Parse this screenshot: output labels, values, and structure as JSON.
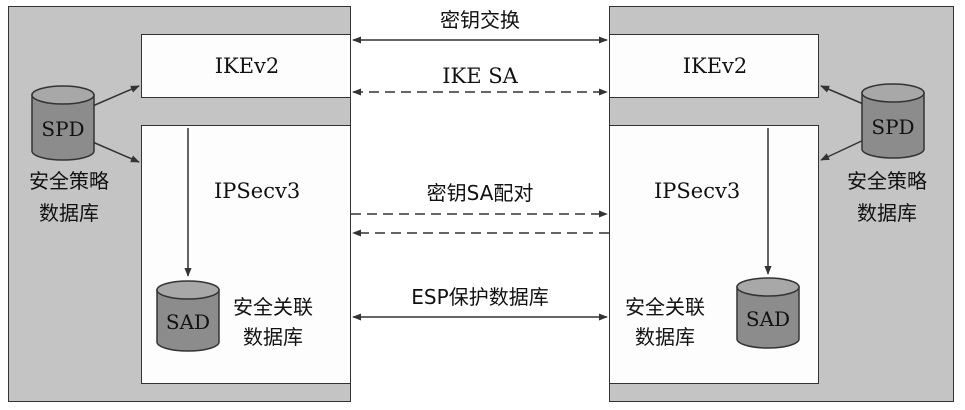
{
  "diagram": {
    "left_host": {
      "ike_label": "IKEv2",
      "ipsec_label": "IPSecv3",
      "spd": {
        "db_label": "SPD",
        "caption_line1": "安全策略",
        "caption_line2": "数据库"
      },
      "sad": {
        "db_label": "SAD",
        "caption_line1": "安全关联",
        "caption_line2": "数据库"
      }
    },
    "right_host": {
      "ike_label": "IKEv2",
      "ipsec_label": "IPSecv3",
      "spd": {
        "db_label": "SPD",
        "caption_line1": "安全策略",
        "caption_line2": "数据库"
      },
      "sad": {
        "db_label": "SAD",
        "caption_line1": "安全关联",
        "caption_line2": "数据库"
      }
    },
    "links": {
      "key_exchange": "密钥交换",
      "ike_sa": "IKE SA",
      "key_sa_pair": "密钥SA配对",
      "esp": "ESP保护数据库"
    }
  },
  "colors": {
    "host_fill": "#c4c4c4",
    "box_fill": "#fdfdfd",
    "db_fill": "#8c8c8c",
    "line": "#333333"
  }
}
